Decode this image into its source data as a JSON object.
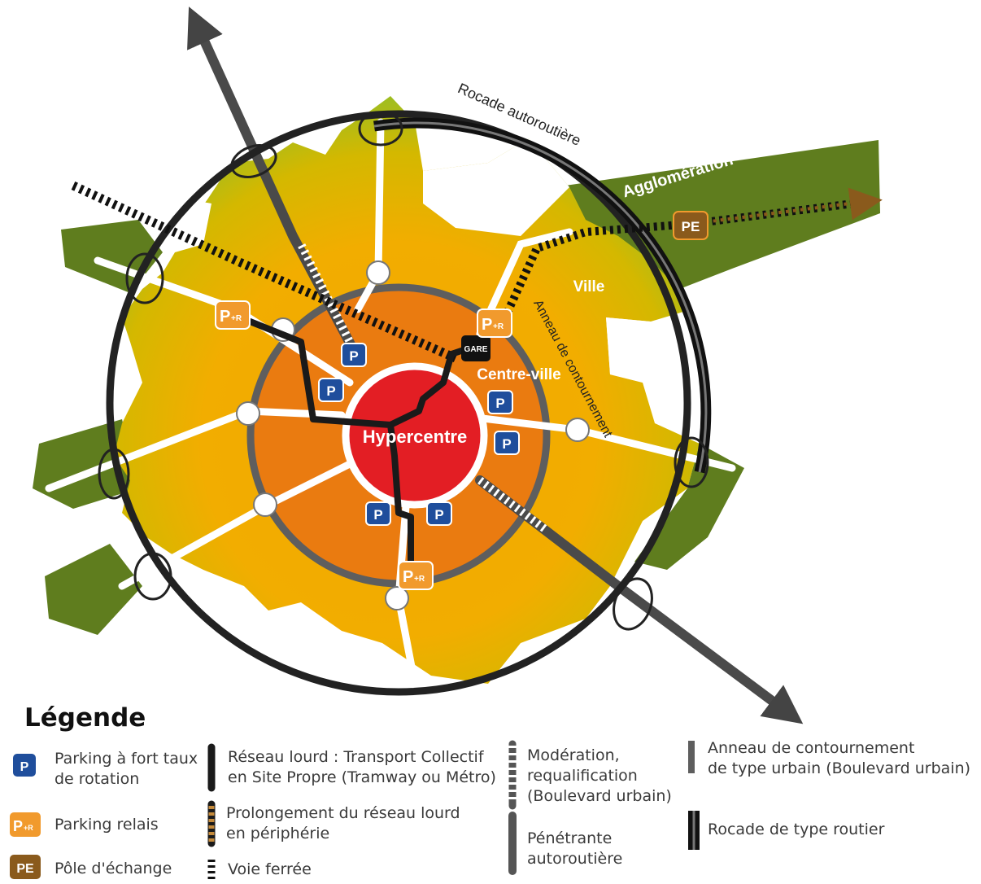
{
  "map": {
    "labels": {
      "hypercentre": "Hypercentre",
      "centre_ville": "Centre-ville",
      "ville": "Ville",
      "agglomeration": "Agglomération",
      "rocade": "Rocade autoroutière",
      "anneau": "Anneau de contournement",
      "gare": "GARE",
      "parking_badge": "P",
      "parking_relais_badge_p": "P",
      "parking_relais_badge_r": "+R",
      "pole_badge": "PE"
    },
    "colors": {
      "hypercentre": "#e31e24",
      "centre_ville": "#ea7b10",
      "ville_warm": "#f1a800",
      "ville_cool": "#9ec022",
      "agglomeration": "#5f7d1e",
      "ring_road": "#222222",
      "urban_ring": "#5e5e5e",
      "heavy_transit": "#1a1a1a",
      "parking_blue": "#1f4e9c",
      "parking_relais_orange": "#f19a2d",
      "pole_brown": "#8a5a1c"
    }
  },
  "legend": {
    "title": "Légende",
    "items": [
      {
        "id": "parking-rotation",
        "text": "Parking à fort taux\nde rotation",
        "icon": "parking-icon"
      },
      {
        "id": "parking-relais",
        "text": "Parking relais",
        "icon": "parking-relais-icon"
      },
      {
        "id": "pole-echange",
        "text": "Pôle d'échange",
        "icon": "pole-echange-icon"
      },
      {
        "id": "reseau-lourd",
        "text": "Réseau lourd : Transport Collectif\nen Site Propre (Tramway ou Métro)",
        "icon": "heavy-transit-line-icon"
      },
      {
        "id": "prolongement",
        "text": "Prolongement du réseau lourd\nen périphérie",
        "icon": "transit-extension-line-icon"
      },
      {
        "id": "voie-ferree",
        "text": "Voie ferrée",
        "icon": "railway-line-icon"
      },
      {
        "id": "moderation",
        "text": "Modération,\nrequalification\n(Boulevard urbain)",
        "icon": "moderation-line-icon"
      },
      {
        "id": "penetrante",
        "text": "Pénétrante\nautoroutière",
        "icon": "motorway-line-icon"
      },
      {
        "id": "anneau-urbain",
        "text": "Anneau de contournement\nde type urbain (Boulevard urbain)",
        "icon": "urban-ring-line-icon"
      },
      {
        "id": "rocade-routier",
        "text": "Rocade de type routier",
        "icon": "ring-road-line-icon"
      }
    ]
  }
}
